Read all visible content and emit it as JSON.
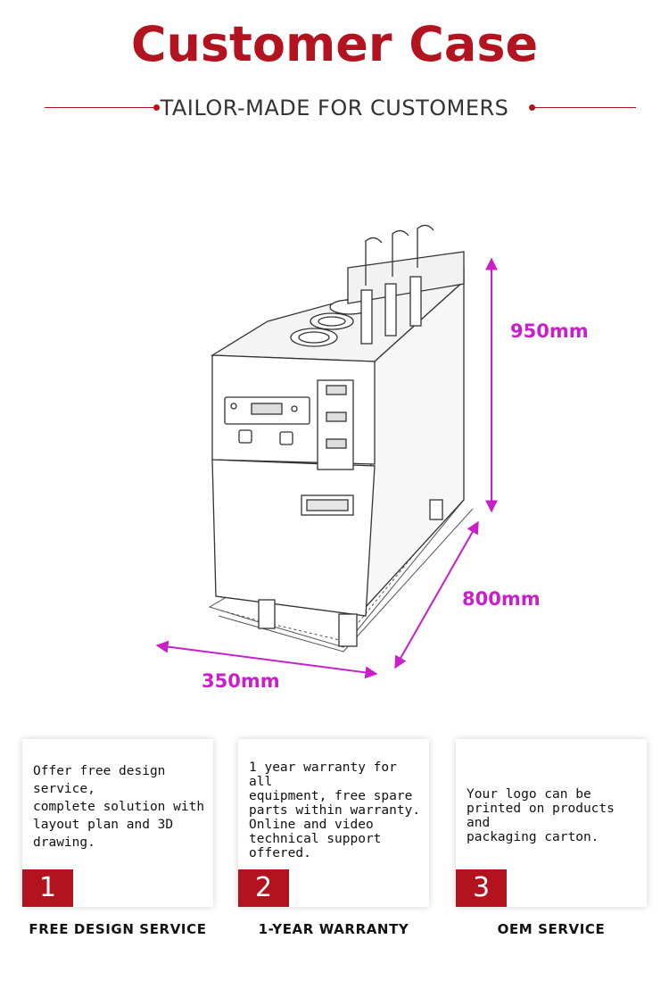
{
  "header": {
    "title": "Customer Case",
    "subtitle": "TAILOR-MADE FOR CUSTOMERS"
  },
  "dimensions": {
    "height": "950mm",
    "depth": "800mm",
    "width": "350mm"
  },
  "colors": {
    "accent": "#b3121f",
    "dimension": "#c81fc8"
  },
  "cards": [
    {
      "text": "Offer free design\nservice,\ncomplete solution with\nlayout plan and 3D\ndrawing.",
      "number": "1",
      "label": "FREE DESIGN SERVICE"
    },
    {
      "text": "1 year warranty for all\nequipment, free spare\nparts within warranty.\nOnline and video\ntechnical support\noffered.",
      "number": "2",
      "label": "1-YEAR WARRANTY"
    },
    {
      "text": "Your logo can be\nprinted on products and\npackaging carton.",
      "number": "3",
      "label": "OEM SERVICE"
    }
  ]
}
